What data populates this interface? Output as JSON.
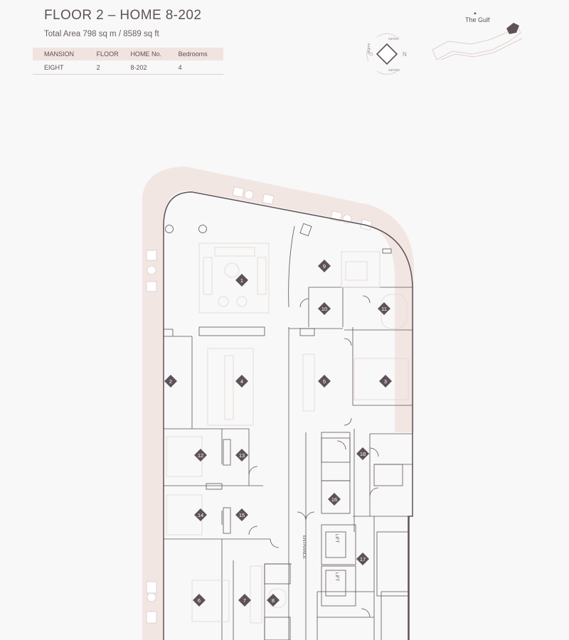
{
  "header": {
    "title": "FLOOR 2 – HOME 8-202",
    "total_area": "Total Area 798 sq m / 8589 sq ft"
  },
  "specs_table": {
    "headers": [
      "MANSION",
      "FLOOR",
      "HOME No.",
      "Bedrooms"
    ],
    "row": [
      "EIGHT",
      "2",
      "8-202",
      "4"
    ]
  },
  "compass": {
    "north": "N",
    "sunset": "sunset",
    "sunrise": "sunrise",
    "degree": "degree"
  },
  "keymap": {
    "label": "The Gulf",
    "arrow": "▲"
  },
  "plan": {
    "entrance_label": "ENTRANCE",
    "lift_label": "LIFT",
    "room_markers": [
      {
        "id": "room-1",
        "label": "1"
      },
      {
        "id": "room-2",
        "label": "2"
      },
      {
        "id": "room-3",
        "label": "3"
      },
      {
        "id": "room-4",
        "label": "4"
      },
      {
        "id": "room-5",
        "label": "5"
      },
      {
        "id": "room-6",
        "label": "6"
      },
      {
        "id": "room-7",
        "label": "7"
      },
      {
        "id": "room-8",
        "label": "8"
      },
      {
        "id": "room-9",
        "label": "9"
      },
      {
        "id": "room-10",
        "label": "10"
      },
      {
        "id": "room-11",
        "label": "11"
      },
      {
        "id": "room-12",
        "label": "12"
      },
      {
        "id": "room-13",
        "label": "13"
      },
      {
        "id": "room-14",
        "label": "14"
      },
      {
        "id": "room-15",
        "label": "15"
      },
      {
        "id": "room-16",
        "label": "16"
      },
      {
        "id": "room-17",
        "label": "17"
      },
      {
        "id": "room-18",
        "label": "18"
      }
    ]
  },
  "colors": {
    "wall": "#5e5259",
    "marker": "#5e5259",
    "terrace": "#f2e6e3",
    "furniture": "#e2d4d1",
    "header_bg": "#f0e4e1"
  }
}
